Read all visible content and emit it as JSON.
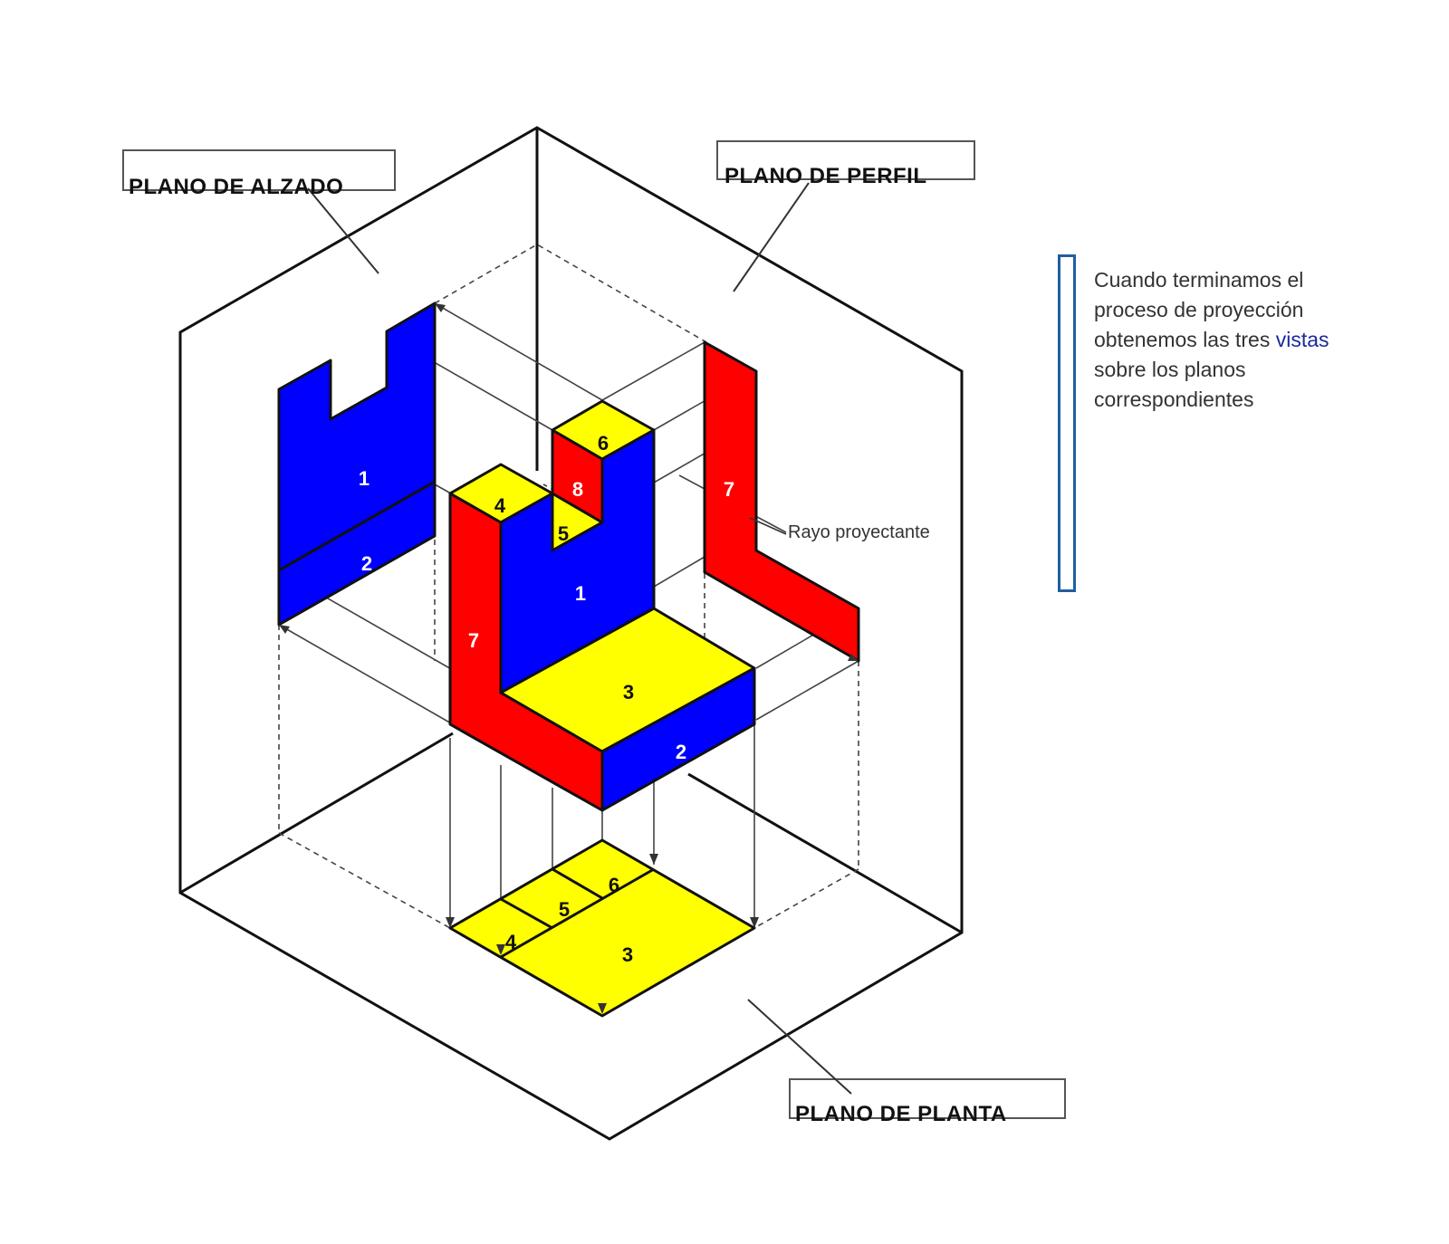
{
  "planes": {
    "alzado": "PLANO DE ALZADO",
    "perfil": "PLANO DE PERFIL",
    "planta": "PLANO DE PLANTA"
  },
  "ray_label": "Rayo proyectante",
  "note": {
    "line1": "Cuando terminamos el",
    "line2": "proceso de proyección",
    "line3_prefix": "obtenemos las tres ",
    "line3_highlight": "vistas",
    "line4": "sobre los planos",
    "line5": "correspondientes"
  },
  "faces": {
    "n1": "1",
    "n2": "2",
    "n3": "3",
    "n4": "4",
    "n5": "5",
    "n6": "6",
    "n7": "7",
    "n8": "8"
  },
  "colors": {
    "blue": "#0000ff",
    "red": "#ff0000",
    "yellow": "#ffff00",
    "note_border": "#1f5f9f",
    "highlight": "#1a2a9a"
  }
}
